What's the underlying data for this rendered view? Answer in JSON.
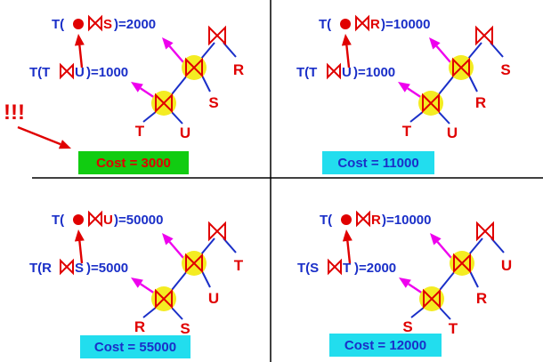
{
  "colors": {
    "label_blue": "#1a2fc8",
    "leaf_red": "#e00000",
    "edge_blue": "#1a2fc8",
    "arrow_magenta": "#ee00ee",
    "node_yellow": "#f4ec22",
    "divider": "#000000",
    "cost_green": "#11cc11",
    "cost_cyan": "#22ddee",
    "cost_text_green_box": "#e00000",
    "cost_text_cyan_box": "#1a2fc8"
  },
  "panels": [
    {
      "id": "top-left",
      "outer_label": {
        "pre": "T( ",
        "leaf": "S",
        "post": ")=2000"
      },
      "inner_label": {
        "pre": "T(T",
        "leaf": "U",
        "post": ")=1000",
        "sep": ""
      },
      "leaves": {
        "root_right": "R",
        "mid_right": "S",
        "bottom_left": "T",
        "bottom_right": "U"
      },
      "cost": "Cost = 3000",
      "cost_style": "green",
      "emphasis": "!!!"
    },
    {
      "id": "top-right",
      "outer_label": {
        "pre": "T( ",
        "leaf": "R",
        "post": ")=10000"
      },
      "inner_label": {
        "pre": "T(T",
        "leaf": "U",
        "post": ")=1000",
        "sep": ""
      },
      "leaves": {
        "root_right": "S",
        "mid_right": "R",
        "bottom_left": "T",
        "bottom_right": "U"
      },
      "cost": "Cost = 11000",
      "cost_style": "cyan"
    },
    {
      "id": "bottom-left",
      "outer_label": {
        "pre": "T( ",
        "leaf": "U",
        "post": ")=50000"
      },
      "inner_label": {
        "pre": "T(R",
        "leaf": "S",
        "post": ")=5000",
        "sep": ""
      },
      "leaves": {
        "root_right": "T",
        "mid_right": "U",
        "bottom_left": "R",
        "bottom_right": "S"
      },
      "cost": "Cost = 55000",
      "cost_style": "cyan"
    },
    {
      "id": "bottom-right",
      "outer_label": {
        "pre": "T( ",
        "leaf": "R",
        "post": ")=10000"
      },
      "inner_label": {
        "pre": "T(S",
        "leaf": "T",
        "post": " )=2000",
        "sep": ""
      },
      "leaves": {
        "root_right": "U",
        "mid_right": "R",
        "bottom_left": "S",
        "bottom_right": "T"
      },
      "cost": "Cost = 12000",
      "cost_style": "cyan"
    }
  ]
}
